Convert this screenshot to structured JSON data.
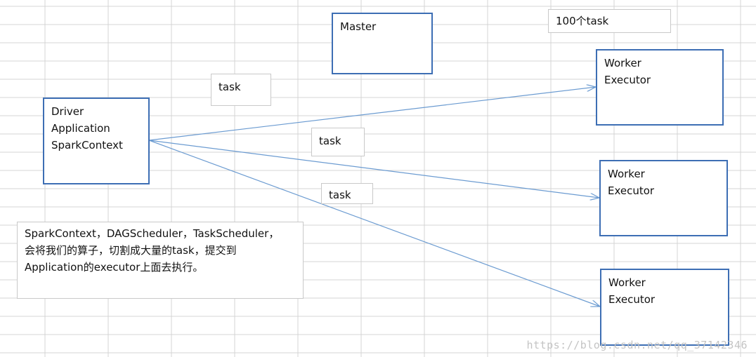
{
  "nodes": {
    "master": {
      "lines": [
        "Master"
      ]
    },
    "driver": {
      "lines": [
        "Driver",
        "Application",
        "SparkContext"
      ]
    },
    "worker1": {
      "lines": [
        "Worker",
        "Executor"
      ]
    },
    "worker2": {
      "lines": [
        "Worker",
        "Executor"
      ]
    },
    "worker3": {
      "lines": [
        "Worker",
        "Executor"
      ]
    }
  },
  "labels": {
    "task_count": "100个task",
    "task1": "task",
    "task2": "task",
    "task3": "task"
  },
  "note": {
    "lines": [
      "SparkContext，DAGScheduler，TaskScheduler，",
      "会将我们的算子，切割成大量的task，提交到",
      "Application的executor上面去执行。"
    ]
  },
  "watermark": "https://blog.csdn.net/qq_37142346",
  "colors": {
    "box_border": "#3d6eb4",
    "arrow": "#6b9bd1",
    "grid": "#d4d4d4"
  }
}
